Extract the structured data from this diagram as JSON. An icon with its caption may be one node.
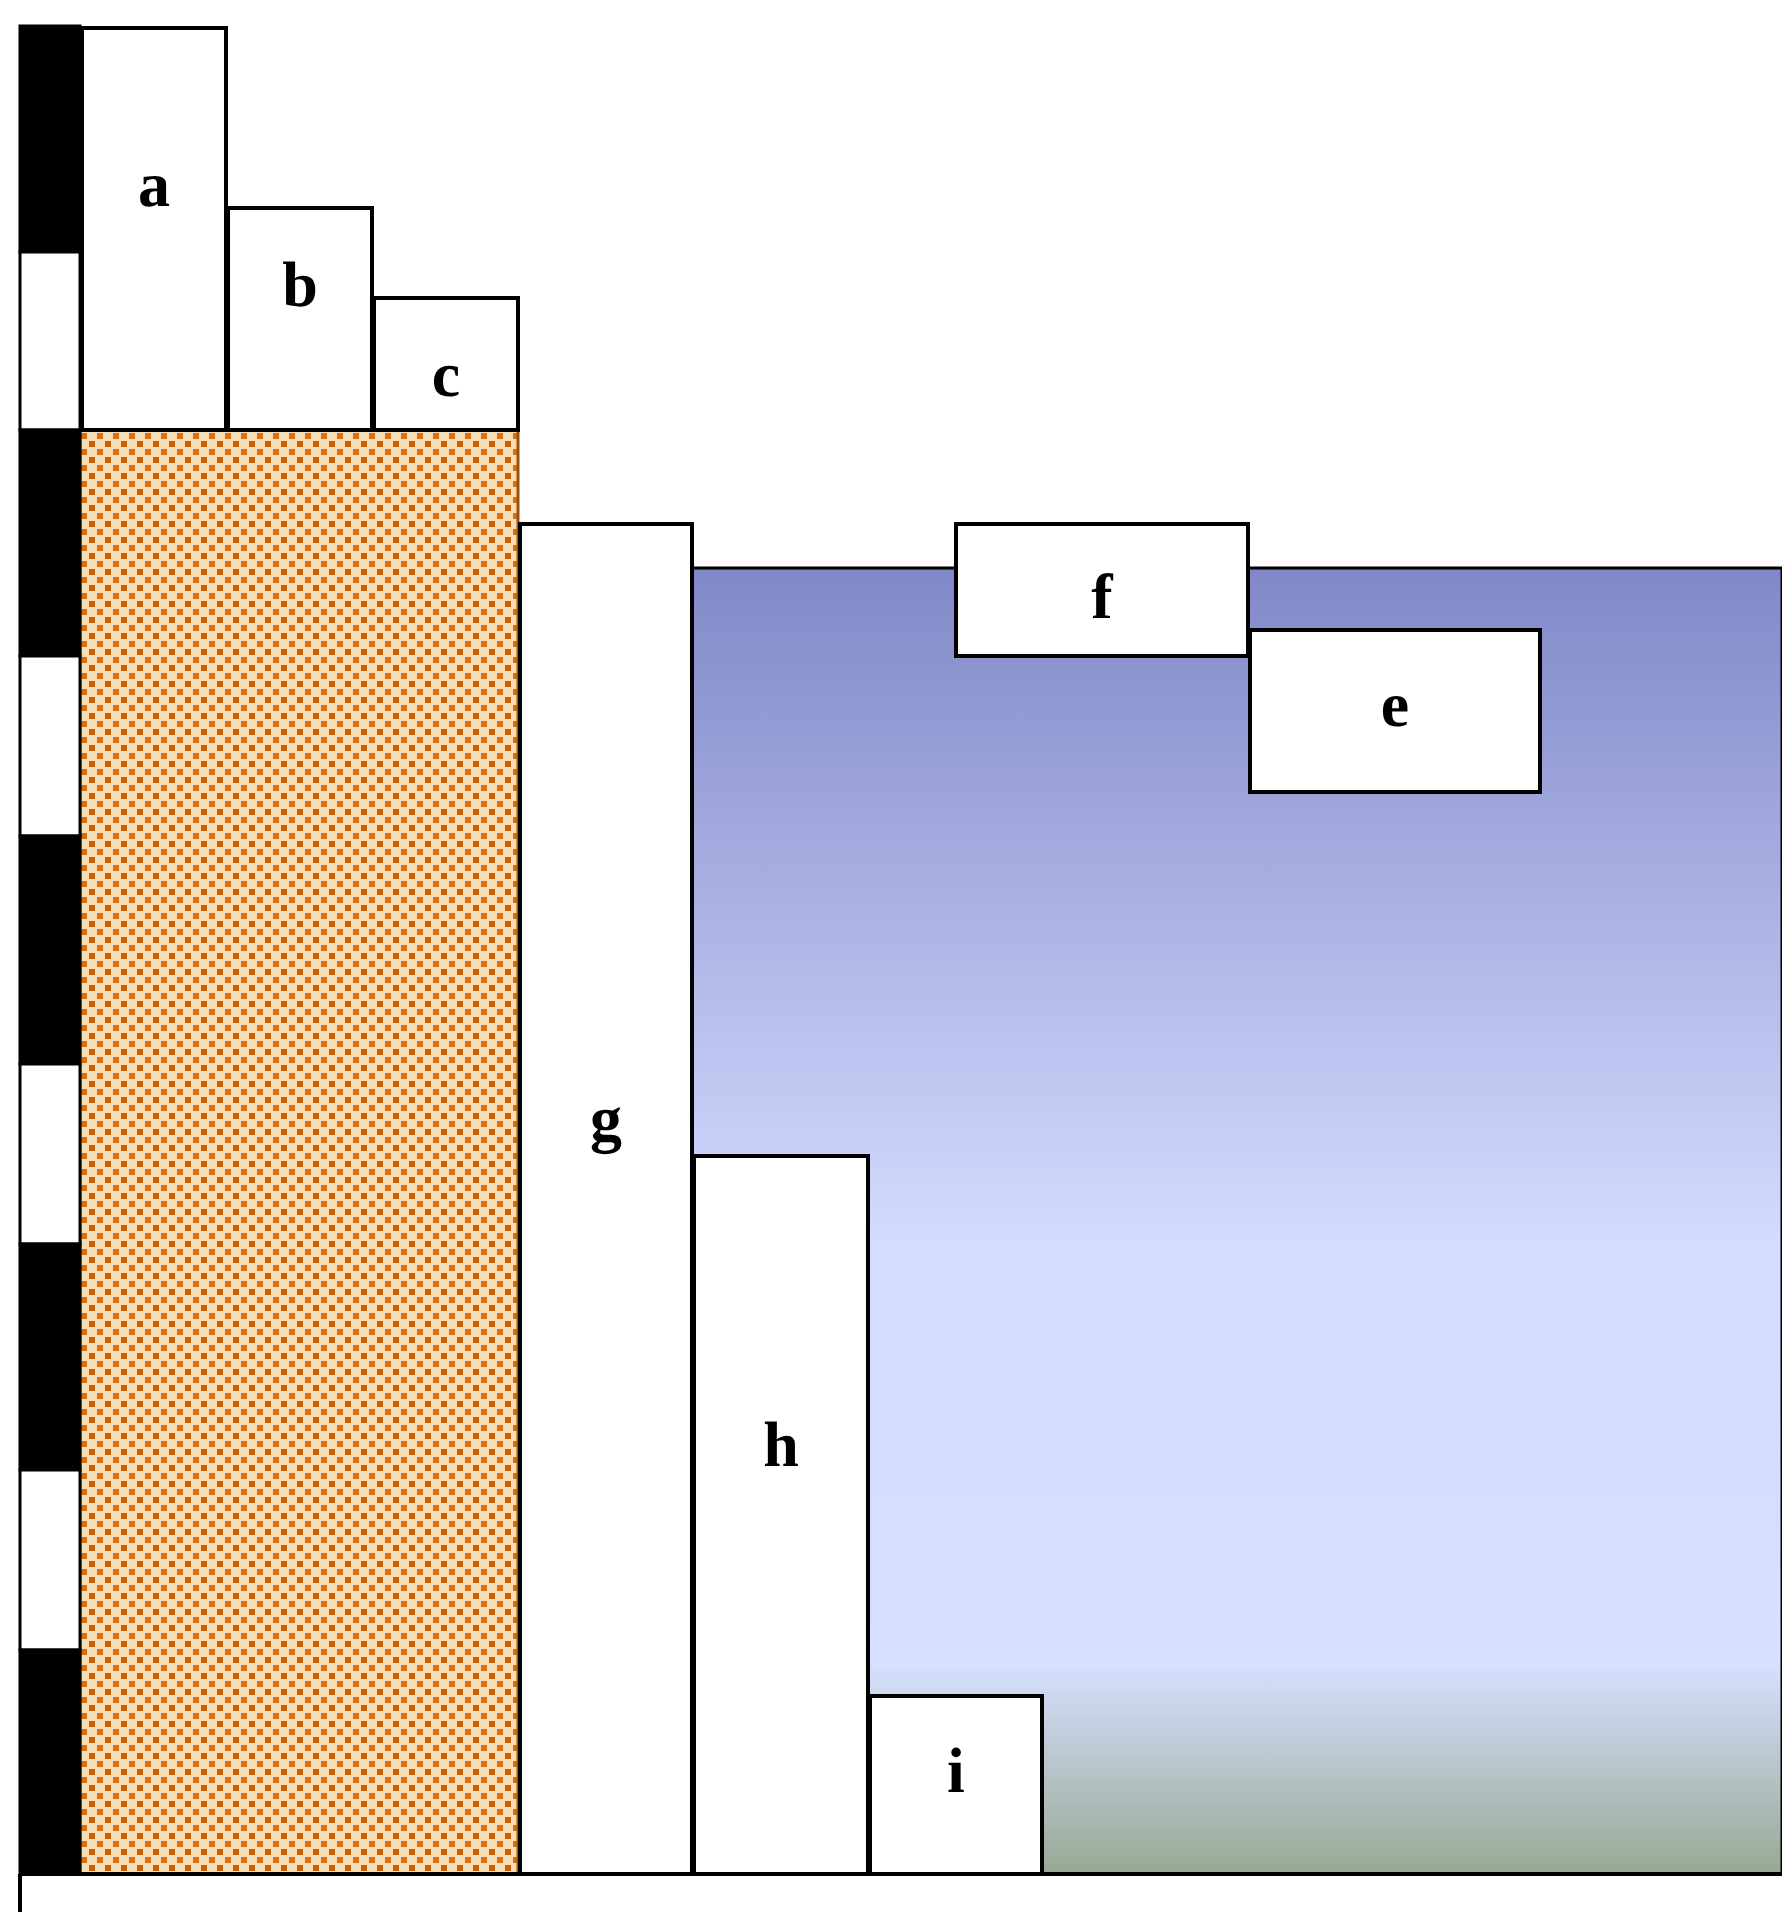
{
  "diagram": {
    "nodes": [
      {
        "text": [
          "a"
        ]
      },
      {
        "text": [
          "b"
        ]
      },
      {
        "text": [
          "c"
        ]
      },
      {
        "text": [
          "g"
        ]
      },
      {
        "text": [
          "f"
        ]
      },
      {
        "text": [
          "e"
        ]
      },
      {
        "text": [
          "h"
        ]
      },
      {
        "text": [
          "i"
        ]
      }
    ]
  }
}
